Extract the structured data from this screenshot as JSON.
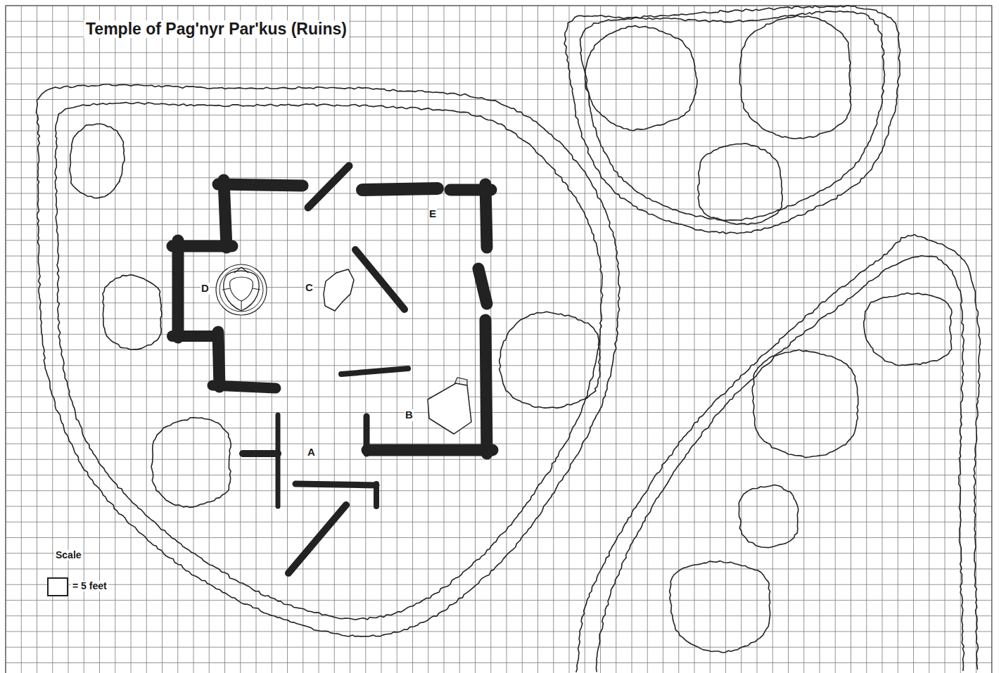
{
  "diagram": {
    "title": "Temple of Pag'nyr Par'kus (Ruins)",
    "labels": [
      "E",
      "D",
      "C",
      "B",
      "A",
      "Scale"
    ],
    "legend": [
      {
        "text": "= 5 feet"
      }
    ]
  }
}
